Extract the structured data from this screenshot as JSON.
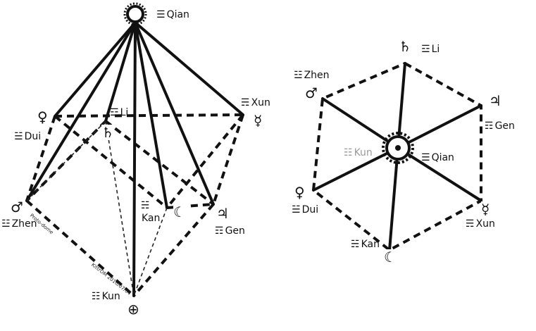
{
  "diagrams": {
    "pyramid": {
      "labels": {
        "qian": {
          "trigram": "☰",
          "name": "Qian"
        },
        "li": {
          "trigram": "☲",
          "name": "Li"
        },
        "xun": {
          "trigram": "☴",
          "name": "Xun"
        },
        "dui": {
          "trigram": "☱",
          "name": "Dui"
        },
        "zhen": {
          "trigram": "☳",
          "name": "Zhen"
        },
        "kan": {
          "trigram": "☵",
          "name": "Kan"
        },
        "gen": {
          "trigram": "☶",
          "name": "Gen"
        },
        "kun": {
          "trigram": "☷",
          "name": "Kun"
        }
      },
      "symbols": {
        "venus": "♀",
        "saturn": "♄",
        "mercury": "☿",
        "mars": "♂",
        "moon": "☾",
        "jupiter": "♃",
        "earth": "⊕"
      },
      "annotations": {
        "a": "Proto-dome",
        "b": "KittrOM 2016/07/04"
      }
    },
    "hexagon": {
      "labels": {
        "li": {
          "trigram": "☲",
          "name": "Li"
        },
        "zhen": {
          "trigram": "☳",
          "name": "Zhen"
        },
        "gen": {
          "trigram": "☶",
          "name": "Gen"
        },
        "kun": {
          "trigram": "☷",
          "name": "Kun"
        },
        "qian": {
          "trigram": "☰",
          "name": "Qian"
        },
        "dui": {
          "trigram": "☱",
          "name": "Dui"
        },
        "xun": {
          "trigram": "☴",
          "name": "Xun"
        },
        "kan": {
          "trigram": "☵",
          "name": "Kan"
        }
      },
      "symbols": {
        "saturn": "♄",
        "mars": "♂",
        "jupiter": "♃",
        "venus": "♀",
        "mercury": "☿",
        "moon": "☾"
      }
    }
  }
}
